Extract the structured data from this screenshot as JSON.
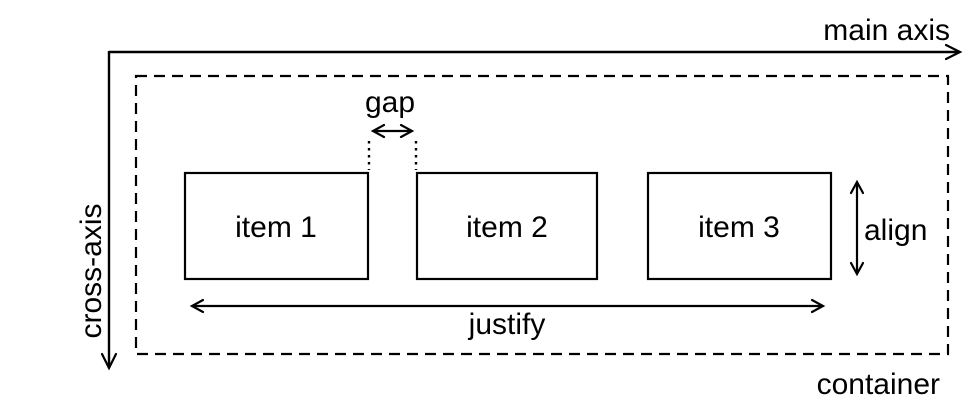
{
  "diagram": {
    "axes": {
      "main_axis_label": "main axis",
      "cross_axis_label": "cross-axis"
    },
    "container_label": "container",
    "items": [
      {
        "label": "item 1"
      },
      {
        "label": "item 2"
      },
      {
        "label": "item 3"
      }
    ],
    "annotations": {
      "gap": "gap",
      "justify": "justify",
      "align": "align"
    },
    "colors": {
      "background": "#ffffff",
      "line": "#000000",
      "text": "#000000"
    }
  }
}
